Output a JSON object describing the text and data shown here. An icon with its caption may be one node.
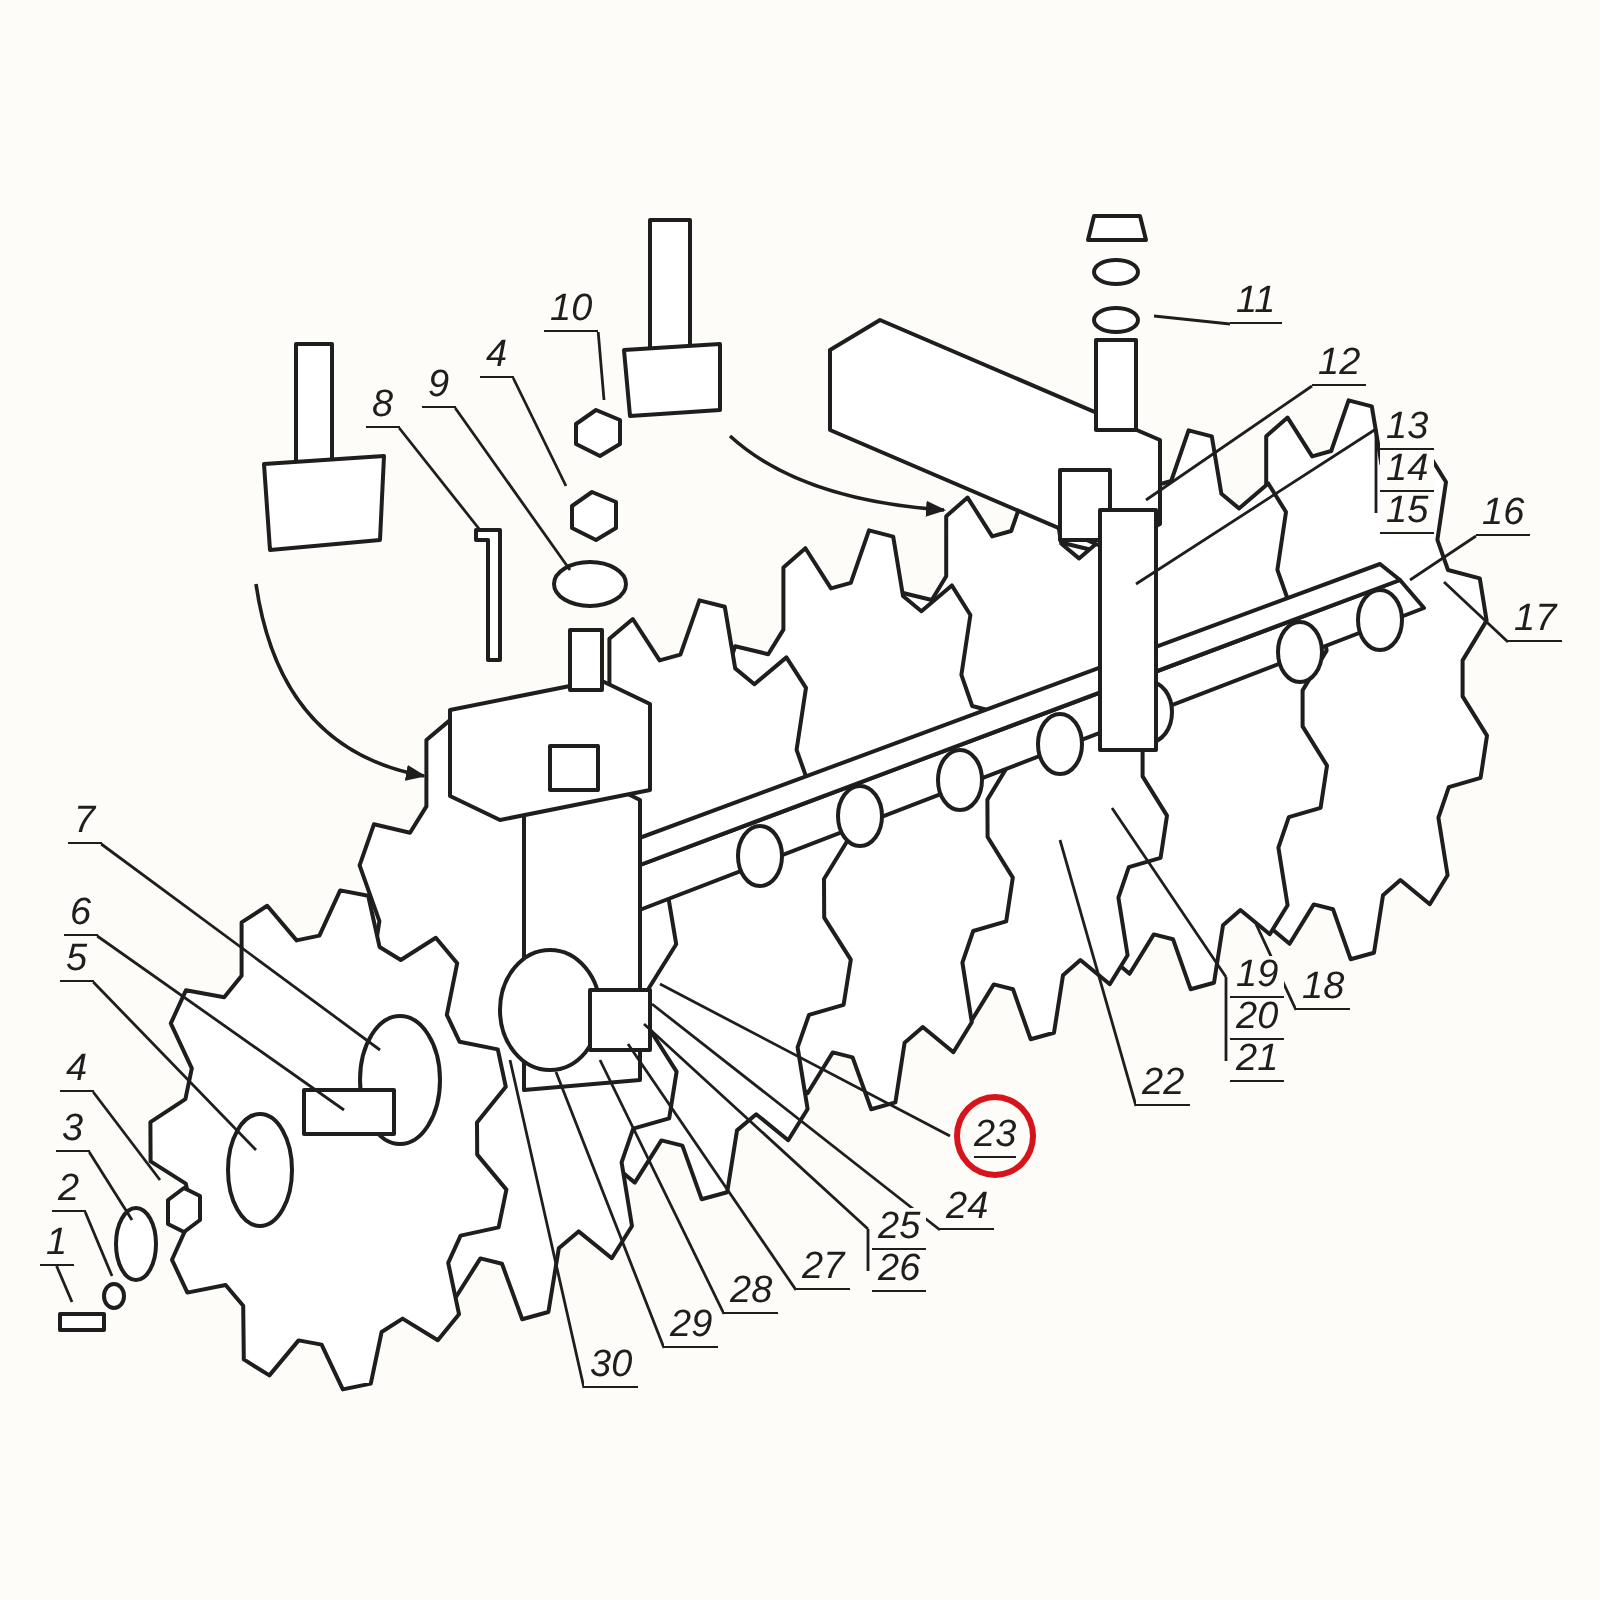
{
  "diagram": {
    "nodes": [
      {
        "text": [
          "10"
        ]
      },
      {
        "text": [
          "4"
        ]
      },
      {
        "text": [
          "9"
        ]
      },
      {
        "text": [
          "8"
        ]
      },
      {
        "text": [
          "11"
        ]
      },
      {
        "text": [
          "12"
        ]
      },
      {
        "text": [
          "13"
        ]
      },
      {
        "text": [
          "14"
        ]
      },
      {
        "text": [
          "15"
        ]
      },
      {
        "text": [
          "16"
        ]
      },
      {
        "text": [
          "17"
        ]
      },
      {
        "text": [
          "7"
        ]
      },
      {
        "text": [
          "6"
        ]
      },
      {
        "text": [
          "5"
        ]
      },
      {
        "text": [
          "4"
        ]
      },
      {
        "text": [
          "3"
        ]
      },
      {
        "text": [
          "2"
        ]
      },
      {
        "text": [
          "1"
        ]
      },
      {
        "text": [
          "18"
        ]
      },
      {
        "text": [
          "19"
        ]
      },
      {
        "text": [
          "20"
        ]
      },
      {
        "text": [
          "21"
        ]
      },
      {
        "text": [
          "22"
        ]
      },
      {
        "text": [
          "23"
        ]
      },
      {
        "text": [
          "24"
        ]
      },
      {
        "text": [
          "25"
        ]
      },
      {
        "text": [
          "26"
        ]
      },
      {
        "text": [
          "27"
        ]
      },
      {
        "text": [
          "28"
        ]
      },
      {
        "text": [
          "29"
        ]
      },
      {
        "text": [
          "30"
        ]
      }
    ],
    "edges": [
      {
        "from": 0,
        "to": null,
        "arrow": "none"
      },
      {
        "from": 1,
        "to": null,
        "arrow": "none"
      },
      {
        "from": 2,
        "to": null,
        "arrow": "none"
      },
      {
        "from": 3,
        "to": null,
        "arrow": "none"
      },
      {
        "from": 4,
        "to": null,
        "arrow": "none"
      },
      {
        "from": 5,
        "to": null,
        "arrow": "none"
      },
      {
        "from": 6,
        "to": null,
        "arrow": "none"
      },
      {
        "from": 7,
        "to": null,
        "arrow": "none"
      },
      {
        "from": 8,
        "to": null,
        "arrow": "none"
      },
      {
        "from": 9,
        "to": null,
        "arrow": "none"
      },
      {
        "from": 10,
        "to": null,
        "arrow": "none"
      },
      {
        "from": 11,
        "to": null,
        "arrow": "none"
      },
      {
        "from": 12,
        "to": null,
        "arrow": "none"
      },
      {
        "from": 13,
        "to": null,
        "arrow": "none"
      },
      {
        "from": 14,
        "to": null,
        "arrow": "none"
      },
      {
        "from": 15,
        "to": null,
        "arrow": "none"
      },
      {
        "from": 16,
        "to": null,
        "arrow": "none"
      },
      {
        "from": 17,
        "to": null,
        "arrow": "none"
      },
      {
        "from": 18,
        "to": null,
        "arrow": "none"
      },
      {
        "from": 19,
        "to": null,
        "arrow": "none"
      },
      {
        "from": 20,
        "to": null,
        "arrow": "none"
      },
      {
        "from": 21,
        "to": null,
        "arrow": "none"
      },
      {
        "from": 22,
        "to": null,
        "arrow": "none"
      },
      {
        "from": 23,
        "to": null,
        "arrow": "none"
      },
      {
        "from": 24,
        "to": null,
        "arrow": "none"
      },
      {
        "from": 25,
        "to": null,
        "arrow": "none"
      },
      {
        "from": 26,
        "to": null,
        "arrow": "none"
      },
      {
        "from": 27,
        "to": null,
        "arrow": "none"
      },
      {
        "from": 28,
        "to": null,
        "arrow": "none"
      },
      {
        "from": 29,
        "to": null,
        "arrow": "none"
      },
      {
        "from": 30,
        "to": null,
        "arrow": "none"
      }
    ]
  }
}
